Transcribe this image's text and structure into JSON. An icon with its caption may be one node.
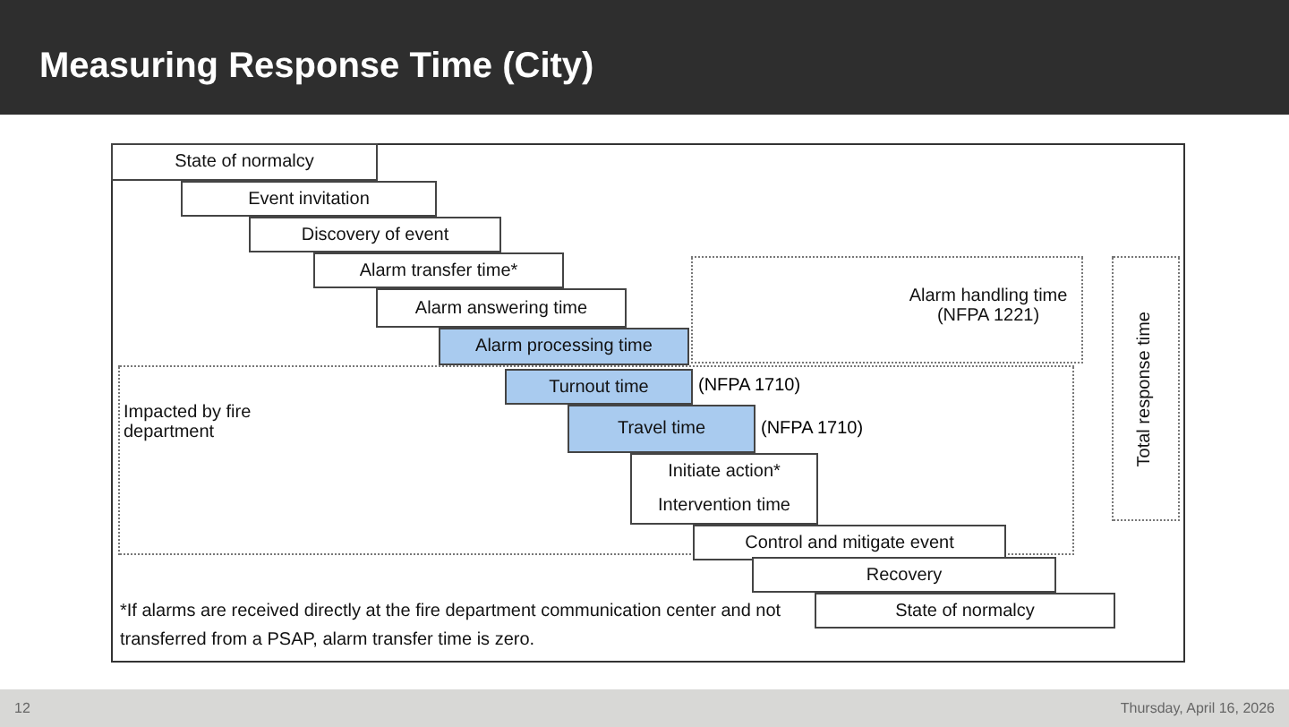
{
  "diagram": {
    "title": "Measuring Response Time (City)",
    "nodes": [
      {
        "text": [
          "State of normalcy"
        ]
      },
      {
        "text": [
          "Event invitation"
        ]
      },
      {
        "text": [
          "Discovery of event"
        ]
      },
      {
        "text": [
          "Alarm transfer time*"
        ]
      },
      {
        "text": [
          "Alarm answering time"
        ]
      },
      {
        "text": [
          "Alarm processing time"
        ]
      },
      {
        "text": [
          "Turnout time"
        ],
        "beside": [
          "(NFPA 1710)"
        ],
        "in": 13
      },
      {
        "text": [
          "Travel time"
        ],
        "beside": [
          "(NFPA 1710)"
        ],
        "in": 13
      },
      {
        "text": [
          "Initiate action*",
          "Intervention time"
        ],
        "in": 13
      },
      {
        "text": [
          "Control and mitigate event"
        ],
        "in": 13
      },
      {
        "text": [
          "Recovery"
        ]
      },
      {
        "text": [
          "State of normalcy"
        ]
      },
      {
        "text": [
          "Alarm handling time (NFPA 1221)"
        ]
      },
      {
        "text": [
          "Impacted by fire department"
        ]
      },
      {
        "text": [
          "Total response time"
        ]
      }
    ],
    "labels": [
      "*If alarms are received directly at the fire department communication center and not transferred from a PSAP, alarm transfer time is zero.",
      "12",
      "Thursday, April 16, 2026"
    ]
  }
}
